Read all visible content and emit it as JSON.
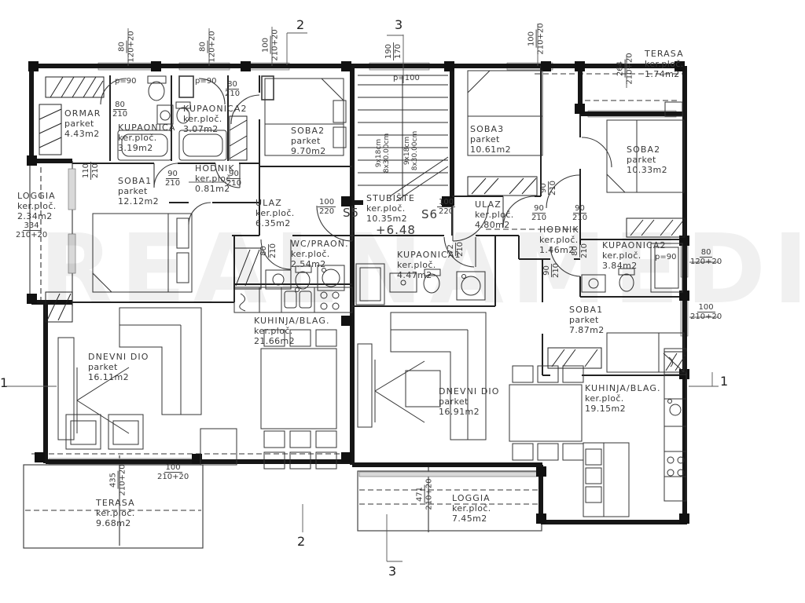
{
  "watermark": "REALNAMEDIA",
  "rooms": [
    {
      "name": "ORMAR",
      "finish": "parket",
      "area": "4.43m2"
    },
    {
      "name": "KUPAONICA",
      "finish": "ker.ploč.",
      "area": "3.19m2"
    },
    {
      "name": "KUPAONICA2",
      "finish": "ker.ploč.",
      "area": "3.07m2"
    },
    {
      "name": "HODNIK",
      "finish": "ker.ploč.",
      "area": "0.81m2"
    },
    {
      "name": "SOBA1",
      "finish": "parket",
      "area": "12.12m2"
    },
    {
      "name": "SOBA2",
      "finish": "parket",
      "area": "9.70m2"
    },
    {
      "name": "LOGGIA",
      "finish": "ker.ploč.",
      "area": "2.34m2"
    },
    {
      "name": "ULAZ",
      "finish": "ker.ploč.",
      "area": "6.35m2"
    },
    {
      "name": "WC/PRAON.",
      "finish": "ker.ploč.",
      "area": "2.54m2"
    },
    {
      "name": "KUHINJA/BLAG.",
      "finish": "ker.ploč.",
      "area": "21.66m2"
    },
    {
      "name": "DNEVNI DIO",
      "finish": "parket",
      "area": "16.11m2"
    },
    {
      "name": "TERASA",
      "finish": "ker.ploč.",
      "area": "9.68m2"
    },
    {
      "name": "SOBA3",
      "finish": "parket",
      "area": "10.61m2"
    },
    {
      "name": "ULAZ",
      "finish": "ker.ploč.",
      "area": "4.80m2"
    },
    {
      "name": "TERASA",
      "finish": "ker.ploč.",
      "area": "1.74m2"
    },
    {
      "name": "SOBA2",
      "finish": "parket",
      "area": "10.33m2"
    },
    {
      "name": "HODNIK",
      "finish": "ker.ploč.",
      "area": "1.46m2"
    },
    {
      "name": "KUPAONICA2",
      "finish": "ker.ploč.",
      "area": "3.84m2"
    },
    {
      "name": "KUPAONICA1",
      "finish": "ker.ploč.",
      "area": "4.47m2"
    },
    {
      "name": "SOBA1",
      "finish": "parket",
      "area": "7.87m2"
    },
    {
      "name": "DNEVNI DIO",
      "finish": "parket",
      "area": "16.91m2"
    },
    {
      "name": "KUHINJA/BLAG.",
      "finish": "ker.ploč.",
      "area": "19.15m2"
    },
    {
      "name": "LOGGIA",
      "finish": "ker.ploč.",
      "area": "7.45m2"
    }
  ],
  "stairwell": {
    "name": "STUBIŠTE",
    "finish": "ker.ploč.",
    "area": "10.35m2",
    "elevation": "+6.48",
    "swing_left": "S5",
    "swing_right": "S6",
    "run_a": "9x18cm",
    "run_b": "8x30.00cm"
  },
  "dims": [
    {
      "a": "80",
      "b": "120+20"
    },
    {
      "a": "80",
      "b": "120+20"
    },
    {
      "a": "100",
      "b": "210+20"
    },
    {
      "a": "190",
      "b": "170"
    },
    {
      "a": "100",
      "b": "210+20"
    },
    {
      "a": "264",
      "b": "210+20"
    },
    {
      "a": "80",
      "b": "210"
    },
    {
      "a": "80",
      "b": "210"
    },
    {
      "a": "110",
      "b": "210"
    },
    {
      "a": "90",
      "b": "210"
    },
    {
      "a": "90",
      "b": "210"
    },
    {
      "a": "80",
      "b": "210"
    },
    {
      "a": "100",
      "b": "220"
    },
    {
      "a": "100",
      "b": "220"
    },
    {
      "a": "72",
      "b": "210"
    },
    {
      "a": "90",
      "b": "210"
    },
    {
      "a": "90",
      "b": "210"
    },
    {
      "a": "90",
      "b": "210"
    },
    {
      "a": "80",
      "b": "210"
    },
    {
      "a": "90",
      "b": "210"
    },
    {
      "a": "80",
      "b": "120+20"
    },
    {
      "a": "100",
      "b": "210+20"
    },
    {
      "a": "334",
      "b": "210+20"
    },
    {
      "a": "435",
      "b": "210+20"
    },
    {
      "a": "100",
      "b": "210+20"
    },
    {
      "a": "471",
      "b": "210+20"
    }
  ],
  "door_labels": [
    "p=90",
    "p=90",
    "p=100",
    "p=90"
  ],
  "sections": {
    "top_2": "2",
    "top_3": "3",
    "bottom_2": "2",
    "bottom_3": "3",
    "left_1": "1",
    "right_1": "1"
  }
}
